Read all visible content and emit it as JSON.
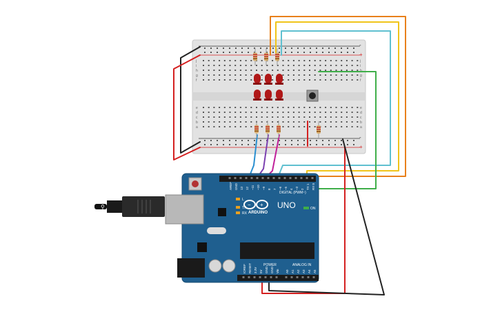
{
  "arduino": {
    "model": "UNO",
    "brand": "ARDUINO",
    "led_l": "L",
    "led_tx": "TX",
    "led_rx": "RX",
    "on_label": "ON",
    "header_digital": "DIGITAL (PWM~)",
    "header_power": "POWER",
    "header_analog": "ANALOG IN",
    "digital_pins": [
      "AREF",
      "GND",
      "13",
      "12",
      "~11",
      "~10",
      "~9",
      "8",
      "7",
      "~6",
      "~5",
      "4",
      "~3",
      "2",
      "TX 1",
      "RX 0"
    ],
    "power_pins": [
      "IOREF",
      "RESET",
      "3.3V",
      "5V",
      "GND",
      "GND",
      "Vin"
    ],
    "analog_pins": [
      "A0",
      "A1",
      "A2",
      "A3",
      "A4",
      "A5"
    ]
  },
  "breadboard": {
    "row_letters_top": [
      "j",
      "i",
      "h",
      "g",
      "f"
    ],
    "row_letters_bottom": [
      "e",
      "d",
      "c",
      "b",
      "a"
    ],
    "rail_plus": "+",
    "rail_minus": "-"
  },
  "colors": {
    "board": "#1f5f8f",
    "wire_orange": "#e8801a",
    "wire_yellow": "#f0c419",
    "wire_cyan": "#5fc0d0",
    "wire_green": "#3fae49",
    "wire_red": "#d42020",
    "wire_black": "#222222",
    "wire_purple": "#7b3fb0",
    "wire_magenta": "#c0209a",
    "wire_blue": "#2a8fd0",
    "led": "#b01818"
  },
  "components": {
    "leds": 6,
    "resistors": 7,
    "pushbutton": 1
  }
}
